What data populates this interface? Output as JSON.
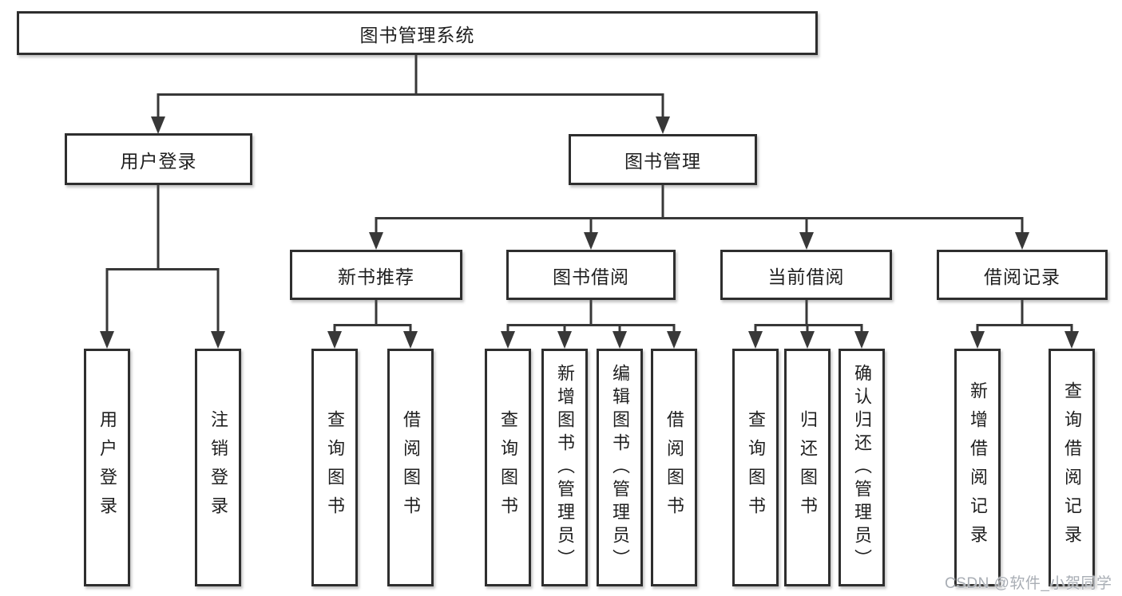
{
  "tree": {
    "root": "图书管理系统",
    "branches": [
      {
        "label": "用户登录",
        "leaves": [
          "用户登录",
          "注销登录"
        ]
      },
      {
        "label": "图书管理",
        "groups": [
          {
            "label": "新书推荐",
            "leaves": [
              "查询图书",
              "借阅图书"
            ]
          },
          {
            "label": "图书借阅",
            "leaves": [
              "查询图书",
              "新增图书（管理员）",
              "编辑图书（管理员）",
              "借阅图书"
            ]
          },
          {
            "label": "当前借阅",
            "leaves": [
              "查询图书",
              "归还图书",
              "确认归还（管理员）"
            ]
          },
          {
            "label": "借阅记录",
            "leaves": [
              "新增借阅记录",
              "查询借阅记录"
            ]
          }
        ]
      }
    ]
  },
  "watermark": "CSDN @软件_小贺同学",
  "colors": {
    "line": "#383838",
    "box_border": "#2e2e2e",
    "box_fill": "#ffffff",
    "text": "#1f1f1f",
    "watermark": "#a9aeb5"
  }
}
